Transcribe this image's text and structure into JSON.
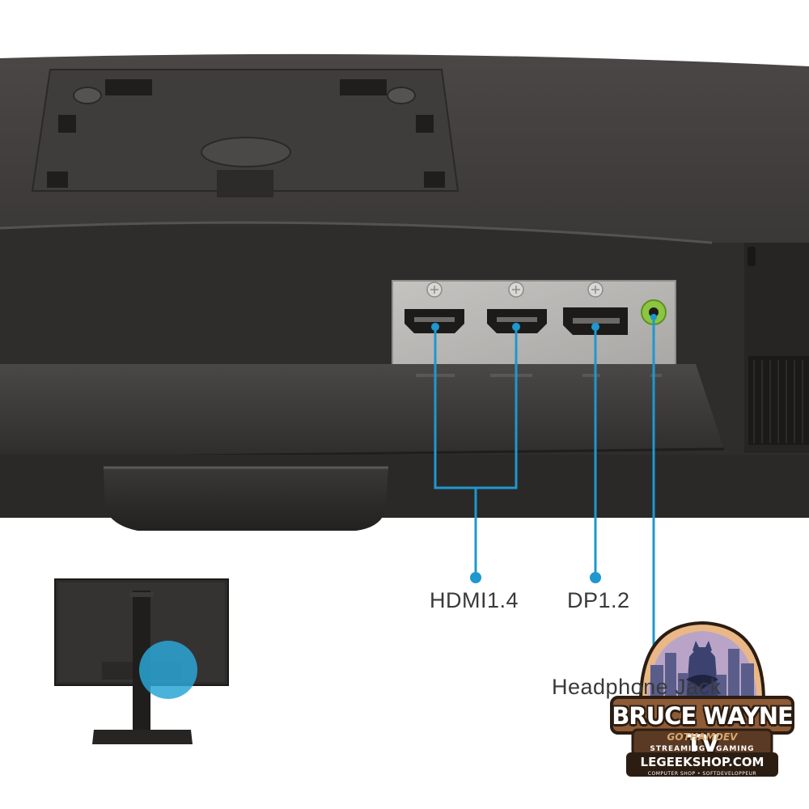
{
  "labels": {
    "hdmi": "HDMI1.4",
    "dp": "DP1.2",
    "headphone": "Headphone Jack"
  },
  "watermark": {
    "title": "BRUCE WAYNE TV",
    "subtitle": "GOTHAMDEV",
    "tagline": "STREAMING · GAMING",
    "site": "LEGEEKSHOP.COM",
    "footer": "COMPUTER SHOP • SOFTDEVELOPPEUR"
  },
  "colors": {
    "callout": "#1e98cf",
    "monitor_body": "#333130",
    "port_panel": "#b7b6b3",
    "audio_jack": "#8cc63f",
    "highlight": "#2aa6d6"
  }
}
